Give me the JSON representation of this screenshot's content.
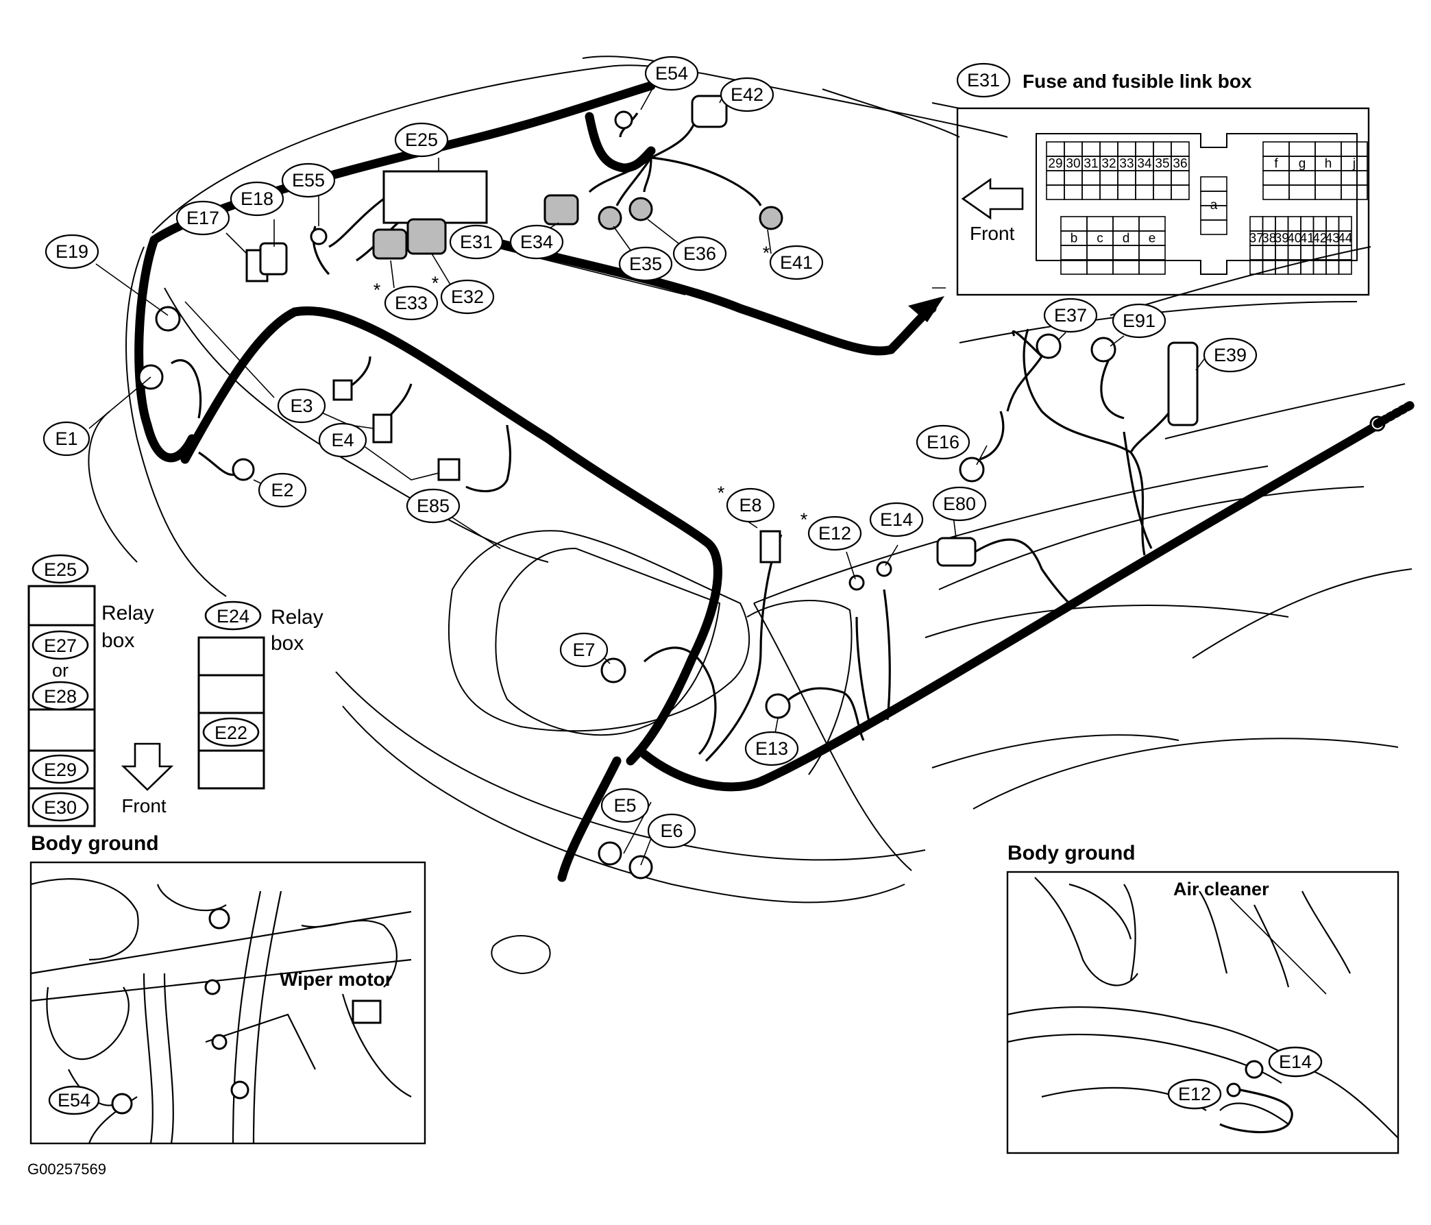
{
  "connectors": {
    "e1": "E1",
    "e2": "E2",
    "e3": "E3",
    "e4": "E4",
    "e5": "E5",
    "e6": "E6",
    "e7": "E7",
    "e8": "E8",
    "e12": "E12",
    "e13": "E13",
    "e14": "E14",
    "e16": "E16",
    "e17": "E17",
    "e18": "E18",
    "e19": "E19",
    "e25": "E25",
    "e31": "E31",
    "e32": "E32",
    "e33": "E33",
    "e34": "E34",
    "e35": "E35",
    "e36": "E36",
    "e37": "E37",
    "e39": "E39",
    "e41": "E41",
    "e42": "E42",
    "e54": "E54",
    "e55": "E55",
    "e80": "E80",
    "e85": "E85",
    "e91": "E91"
  },
  "star": "*",
  "fuse_box": {
    "label": "E31",
    "title": "Fuse and fusible link box",
    "front": "Front",
    "cells_a": [
      "29",
      "30",
      "31",
      "32",
      "33",
      "34",
      "35",
      "36"
    ],
    "cells_b": [
      "37",
      "38",
      "39",
      "40",
      "41",
      "42",
      "43",
      "44"
    ],
    "cells_c": [
      "b",
      "c",
      "d",
      "e"
    ],
    "cells_d": [
      "f",
      "g",
      "h",
      "j"
    ],
    "cell_single": "a"
  },
  "relay_box_1": {
    "label": "E25",
    "text1": "Relay",
    "text2": "box",
    "slots": [
      "E27",
      "or",
      "E28",
      "E29",
      "E30"
    ],
    "front": "Front"
  },
  "relay_box_2": {
    "label": "E24",
    "text1": "Relay",
    "text2": "box",
    "slot": "E22"
  },
  "inset_left": {
    "title": "Body ground",
    "wiper": "Wiper motor",
    "ground": "E54"
  },
  "inset_right": {
    "title": "Body ground",
    "air": "Air cleaner",
    "g1": "E14",
    "g2": "E12"
  },
  "figure_id": "G00257569"
}
